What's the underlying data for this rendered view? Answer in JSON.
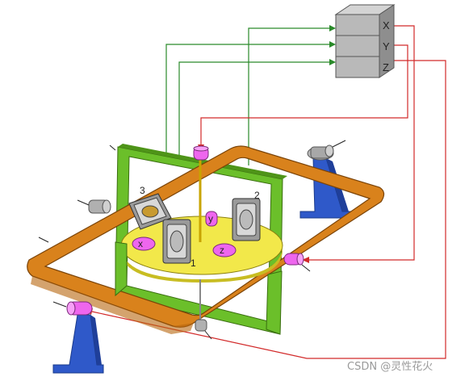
{
  "controller": {
    "axes": [
      "X",
      "Y",
      "Z"
    ]
  },
  "gimbal_labels": {
    "outer": "1",
    "middle": "2",
    "inner": "3"
  },
  "gyro_labels": {
    "x": "x",
    "y": "y",
    "z": "z"
  },
  "watermark": "CSDN @灵性花火",
  "colors": {
    "outer_frame": "#d9821c",
    "middle_frame": "#6bbf2a",
    "platform": "#f2e84a",
    "support": "#2f59c9",
    "pin": "#ee66ee",
    "signal_green": "#2a8a2a",
    "signal_red": "#d22a2a",
    "controller_box": "#b9b9b9"
  }
}
